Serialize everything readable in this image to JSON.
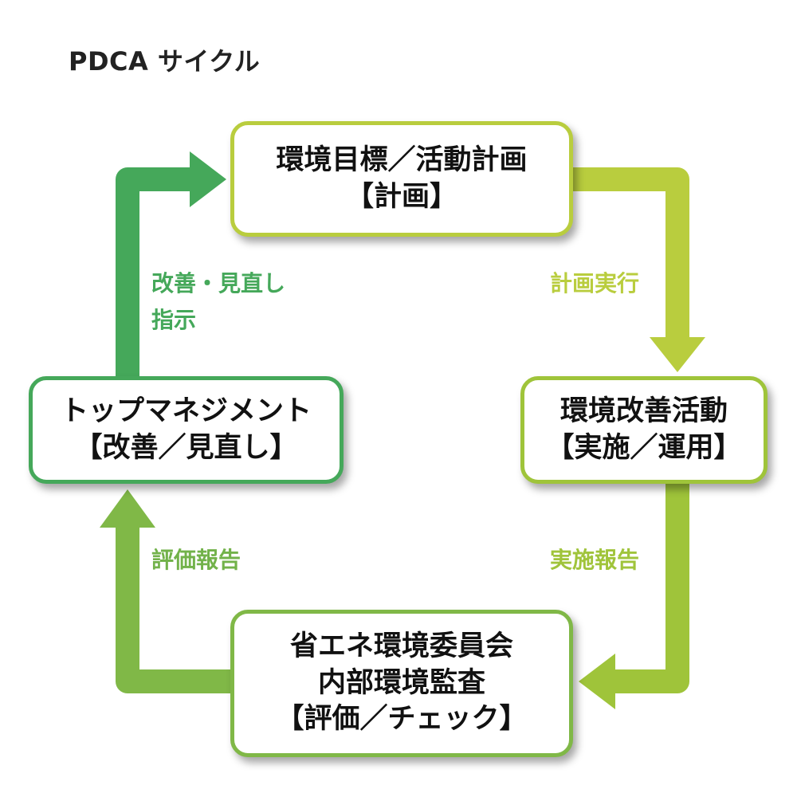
{
  "title": "PDCA サイクル",
  "colors": {
    "plan": "#b9cd3e",
    "do": "#9fc43a",
    "check": "#80b847",
    "act": "#45a85a"
  },
  "nodes": {
    "plan": {
      "line1": "環境目標／活動計画",
      "line2": "【計画】"
    },
    "do": {
      "line1": "環境改善活動",
      "line2": "【実施／運用】"
    },
    "check": {
      "line1": "省エネ環境委員会",
      "line2": "内部環境監査",
      "line3": "【評価／チェック】"
    },
    "act": {
      "line1": "トップマネジメント",
      "line2": "【改善／見直し】"
    }
  },
  "edges": {
    "plan_to_do": {
      "label": "計画実行"
    },
    "do_to_check": {
      "label": "実施報告"
    },
    "check_to_act": {
      "label": "評価報告"
    },
    "act_to_plan": {
      "line1": "改善・見直し",
      "line2": "指示"
    }
  }
}
